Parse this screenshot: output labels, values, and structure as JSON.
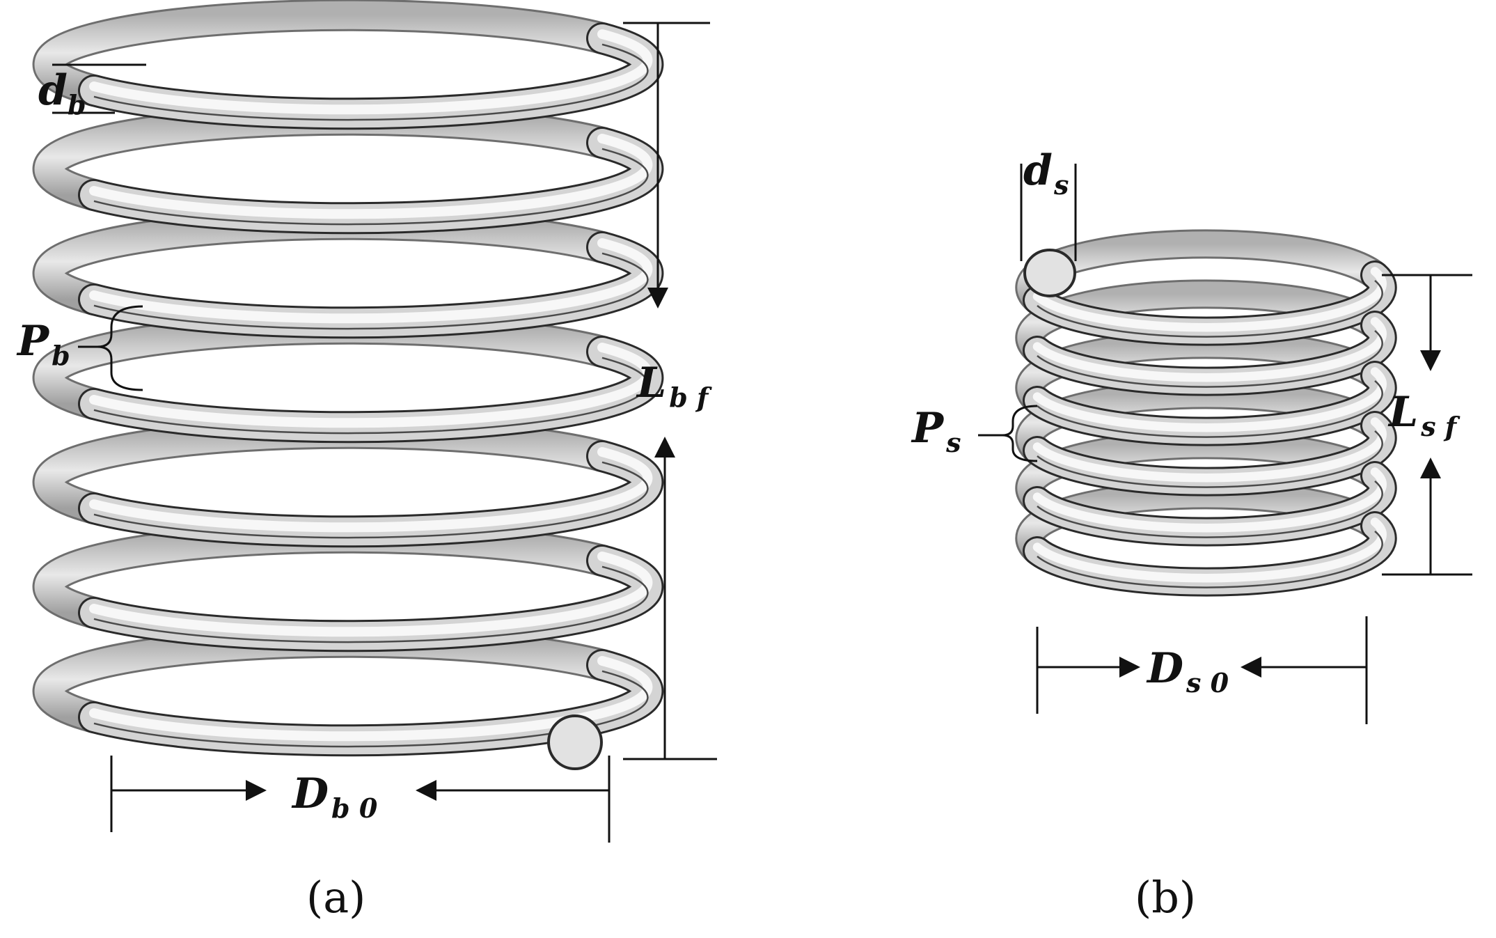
{
  "panels": [
    {
      "caption": "(a)",
      "labels": {
        "wire_diameter": {
          "main": "d",
          "sub": "b"
        },
        "pitch": {
          "main": "P",
          "sub": "b"
        },
        "free_length": {
          "main": "L",
          "sub": "b f"
        },
        "outer_diameter": {
          "main": "D",
          "sub": "b 0"
        }
      }
    },
    {
      "caption": "(b)",
      "labels": {
        "wire_diameter": {
          "main": "d",
          "sub": "s"
        },
        "pitch": {
          "main": "P",
          "sub": "s"
        },
        "free_length": {
          "main": "L",
          "sub": "s f"
        },
        "outer_diameter": {
          "main": "D",
          "sub": "s 0"
        }
      }
    }
  ],
  "colors": {
    "spring_light": "#f2f2f2",
    "spring_mid": "#c8c8c8",
    "spring_dark": "#7a7a7a",
    "outline": "#2a2a2a",
    "annotation": "#111111"
  }
}
